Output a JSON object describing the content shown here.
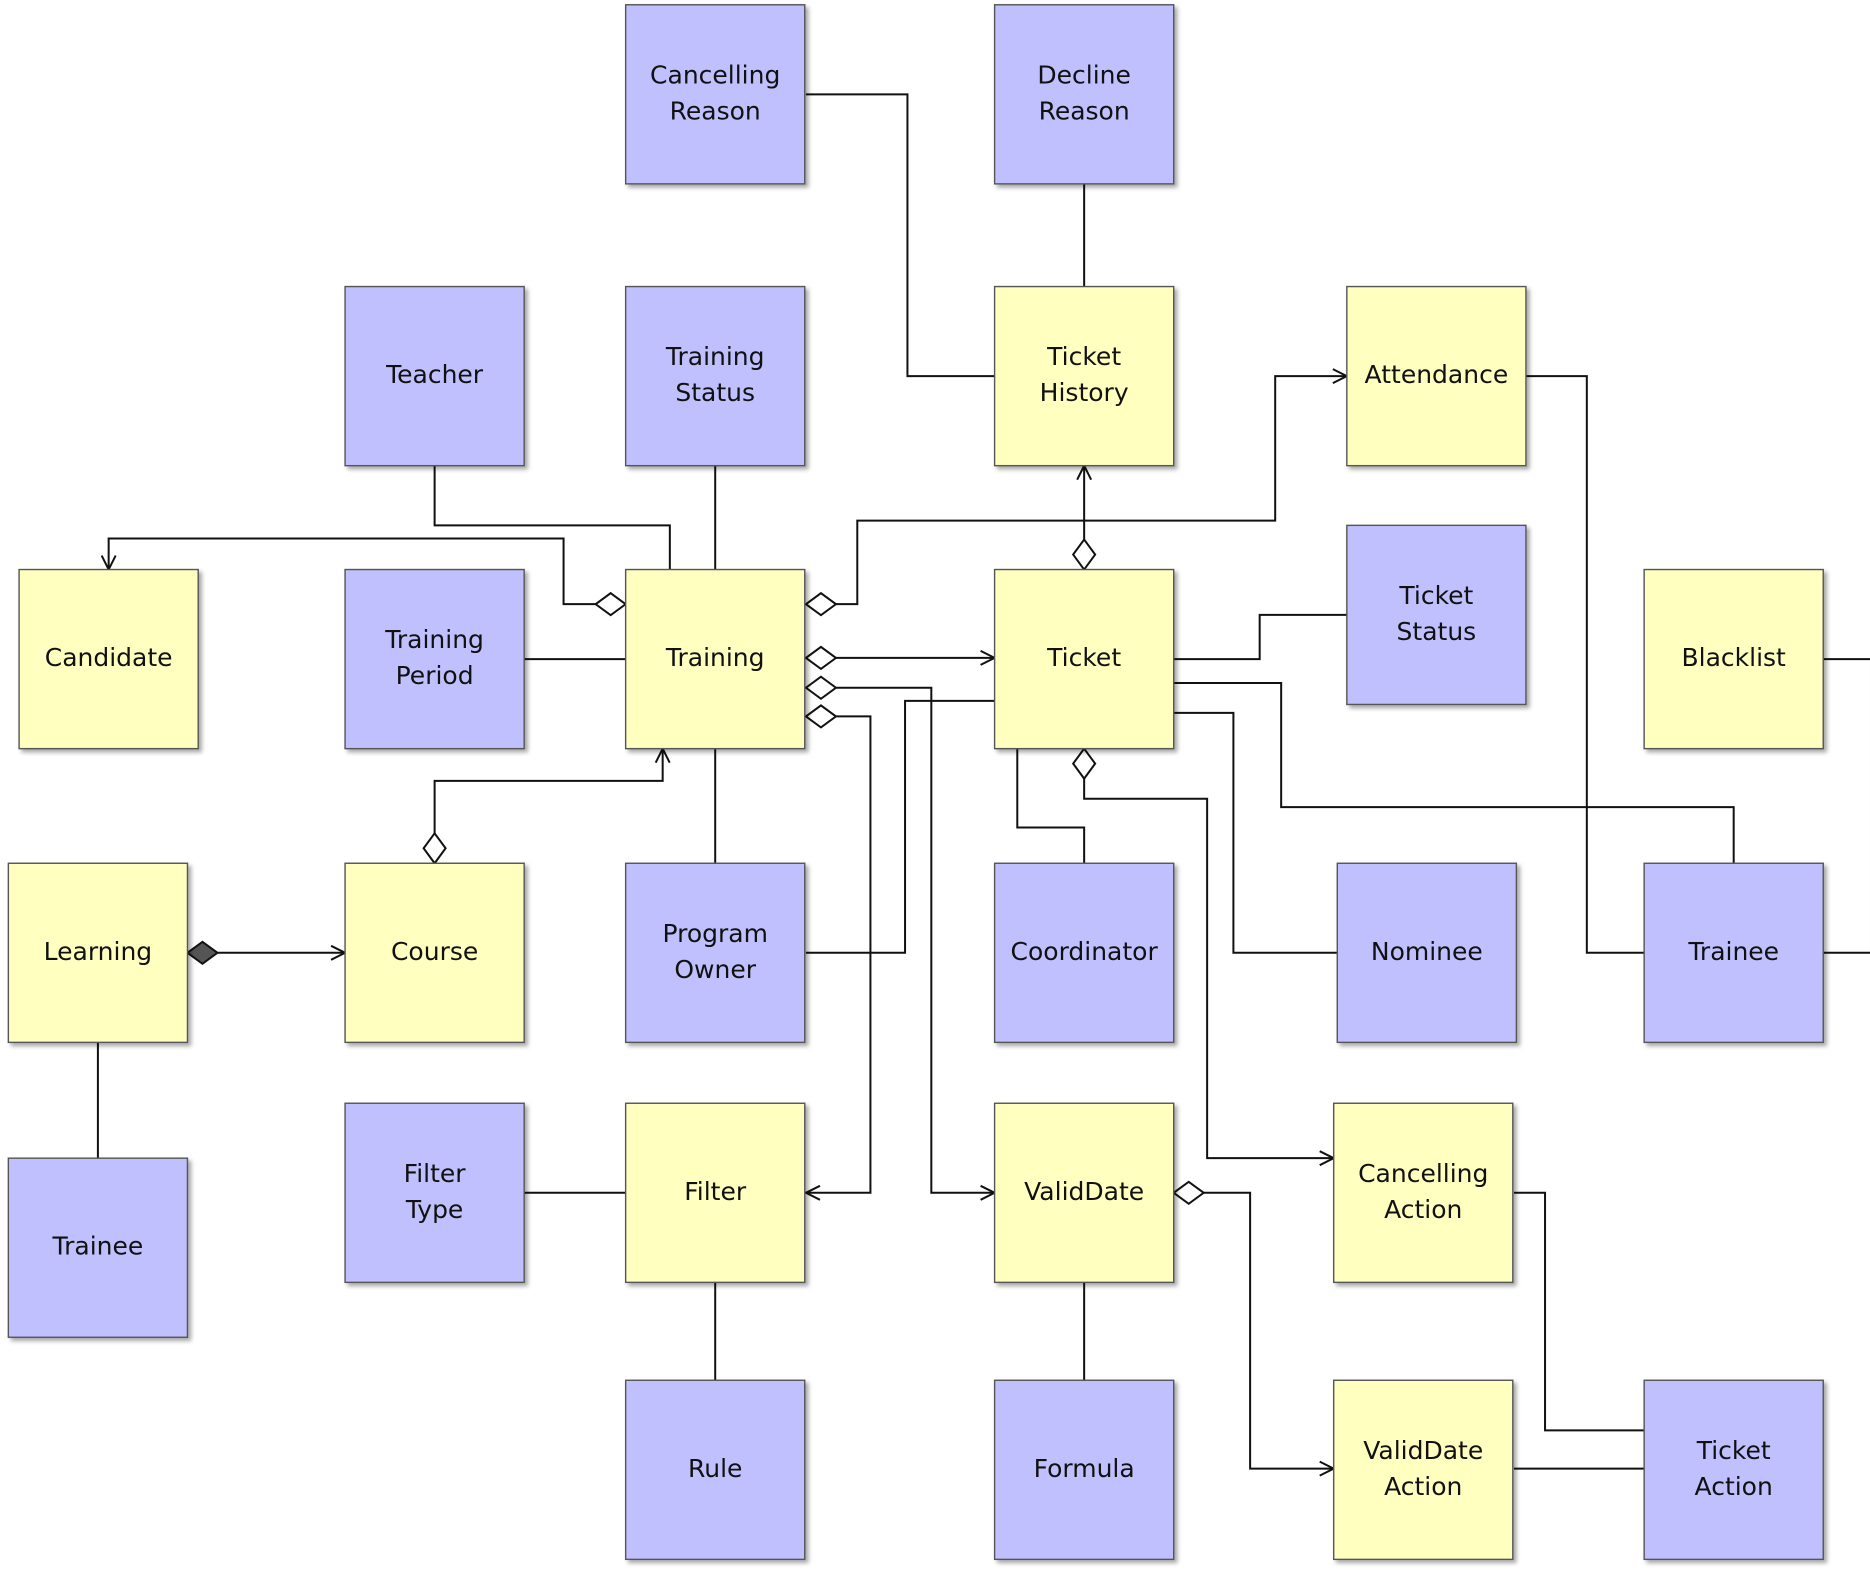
{
  "colors": {
    "entity_fill": "#ffffc0",
    "lookup_fill": "#c0c0ff",
    "line": "#111111",
    "border": "#555555"
  },
  "nodes": [
    {
      "id": "cancelling-reason",
      "kind": "lookup",
      "lines": [
        "Cancelling",
        "Reason"
      ]
    },
    {
      "id": "decline-reason",
      "kind": "lookup",
      "lines": [
        "Decline",
        "Reason"
      ]
    },
    {
      "id": "teacher",
      "kind": "lookup",
      "lines": [
        "Teacher"
      ]
    },
    {
      "id": "training-status",
      "kind": "lookup",
      "lines": [
        "Training",
        "Status"
      ]
    },
    {
      "id": "ticket-history",
      "kind": "entity",
      "lines": [
        "Ticket",
        "History"
      ]
    },
    {
      "id": "attendance",
      "kind": "entity",
      "lines": [
        "Attendance"
      ]
    },
    {
      "id": "candidate",
      "kind": "entity",
      "lines": [
        "Candidate"
      ]
    },
    {
      "id": "training-period",
      "kind": "lookup",
      "lines": [
        "Training",
        "Period"
      ]
    },
    {
      "id": "training",
      "kind": "entity",
      "lines": [
        "Training"
      ]
    },
    {
      "id": "ticket",
      "kind": "entity",
      "lines": [
        "Ticket"
      ]
    },
    {
      "id": "ticket-status",
      "kind": "lookup",
      "lines": [
        "Ticket",
        "Status"
      ]
    },
    {
      "id": "blacklist",
      "kind": "entity",
      "lines": [
        "Blacklist"
      ]
    },
    {
      "id": "learning",
      "kind": "entity",
      "lines": [
        "Learning"
      ]
    },
    {
      "id": "course",
      "kind": "entity",
      "lines": [
        "Course"
      ]
    },
    {
      "id": "program-owner",
      "kind": "lookup",
      "lines": [
        "Program",
        "Owner"
      ]
    },
    {
      "id": "coordinator",
      "kind": "lookup",
      "lines": [
        "Coordinator"
      ]
    },
    {
      "id": "nominee",
      "kind": "lookup",
      "lines": [
        "Nominee"
      ]
    },
    {
      "id": "trainee-right",
      "kind": "lookup",
      "lines": [
        "Trainee"
      ]
    },
    {
      "id": "trainee-left",
      "kind": "lookup",
      "lines": [
        "Trainee"
      ]
    },
    {
      "id": "filter-type",
      "kind": "lookup",
      "lines": [
        "Filter",
        "Type"
      ]
    },
    {
      "id": "filter",
      "kind": "entity",
      "lines": [
        "Filter"
      ]
    },
    {
      "id": "validdate",
      "kind": "entity",
      "lines": [
        "ValidDate"
      ]
    },
    {
      "id": "cancelling-action",
      "kind": "entity",
      "lines": [
        "Cancelling",
        "Action"
      ]
    },
    {
      "id": "rule",
      "kind": "lookup",
      "lines": [
        "Rule"
      ]
    },
    {
      "id": "formula",
      "kind": "lookup",
      "lines": [
        "Formula"
      ]
    },
    {
      "id": "validdate-action",
      "kind": "entity",
      "lines": [
        "ValidDate",
        "Action"
      ]
    },
    {
      "id": "ticket-action",
      "kind": "lookup",
      "lines": [
        "Ticket",
        "Action"
      ]
    }
  ],
  "edges": [
    {
      "id": "cancelling-reason-ticket-history",
      "from": "cancelling-reason",
      "to": "ticket-history",
      "start": "none",
      "end": "none"
    },
    {
      "id": "decline-reason-ticket-history",
      "from": "decline-reason",
      "to": "ticket-history",
      "start": "none",
      "end": "none"
    },
    {
      "id": "training-status-training",
      "from": "training-status",
      "to": "training",
      "start": "none",
      "end": "none"
    },
    {
      "id": "teacher-training",
      "from": "teacher",
      "to": "training",
      "start": "none",
      "end": "none"
    },
    {
      "id": "training-candidate",
      "from": "training",
      "to": "candidate",
      "start": "aggregation",
      "end": "arrow"
    },
    {
      "id": "training-period-training",
      "from": "training-period",
      "to": "training",
      "start": "none",
      "end": "none"
    },
    {
      "id": "training-attendance",
      "from": "training",
      "to": "attendance",
      "start": "aggregation",
      "end": "arrow"
    },
    {
      "id": "training-ticket",
      "from": "training",
      "to": "ticket",
      "start": "aggregation",
      "end": "arrow"
    },
    {
      "id": "training-validdate",
      "from": "training",
      "to": "validdate",
      "start": "aggregation",
      "end": "arrow"
    },
    {
      "id": "training-filter",
      "from": "training",
      "to": "filter",
      "start": "aggregation",
      "end": "arrow"
    },
    {
      "id": "ticket-ticket-history",
      "from": "ticket",
      "to": "ticket-history",
      "start": "aggregation",
      "end": "arrow"
    },
    {
      "id": "ticket-ticket-status",
      "from": "ticket",
      "to": "ticket-status",
      "start": "none",
      "end": "none"
    },
    {
      "id": "ticket-trainee",
      "from": "ticket",
      "to": "trainee-right",
      "start": "none",
      "end": "none"
    },
    {
      "id": "ticket-nominee",
      "from": "ticket",
      "to": "nominee",
      "start": "none",
      "end": "none"
    },
    {
      "id": "ticket-coordinator",
      "from": "ticket",
      "to": "coordinator",
      "start": "none",
      "end": "none"
    },
    {
      "id": "ticket-cancelling-action",
      "from": "ticket",
      "to": "cancelling-action",
      "start": "aggregation",
      "end": "arrow"
    },
    {
      "id": "program-owner-ticket",
      "from": "program-owner",
      "to": "ticket",
      "start": "none",
      "end": "none"
    },
    {
      "id": "attendance-trainee",
      "from": "attendance",
      "to": "trainee-right",
      "start": "none",
      "end": "none"
    },
    {
      "id": "blacklist-trainee",
      "from": "blacklist",
      "to": "trainee-right",
      "start": "none",
      "end": "none"
    },
    {
      "id": "training-program-owner",
      "from": "training",
      "to": "program-owner",
      "start": "none",
      "end": "none"
    },
    {
      "id": "course-training",
      "from": "course",
      "to": "training",
      "start": "aggregation",
      "end": "arrow"
    },
    {
      "id": "learning-course",
      "from": "learning",
      "to": "course",
      "start": "composition",
      "end": "arrow"
    },
    {
      "id": "learning-trainee",
      "from": "learning",
      "to": "trainee-left",
      "start": "none",
      "end": "none"
    },
    {
      "id": "filter-type-filter",
      "from": "filter-type",
      "to": "filter",
      "start": "none",
      "end": "none"
    },
    {
      "id": "filter-rule",
      "from": "filter",
      "to": "rule",
      "start": "none",
      "end": "none"
    },
    {
      "id": "validdate-formula",
      "from": "validdate",
      "to": "formula",
      "start": "none",
      "end": "none"
    },
    {
      "id": "validdate-validdate-action",
      "from": "validdate",
      "to": "validdate-action",
      "start": "aggregation",
      "end": "arrow"
    },
    {
      "id": "cancelling-action-ticket-action",
      "from": "cancelling-action",
      "to": "ticket-action",
      "start": "none",
      "end": "none"
    },
    {
      "id": "validdate-action-ticket-action",
      "from": "validdate-action",
      "to": "ticket-action",
      "start": "none",
      "end": "none"
    }
  ]
}
